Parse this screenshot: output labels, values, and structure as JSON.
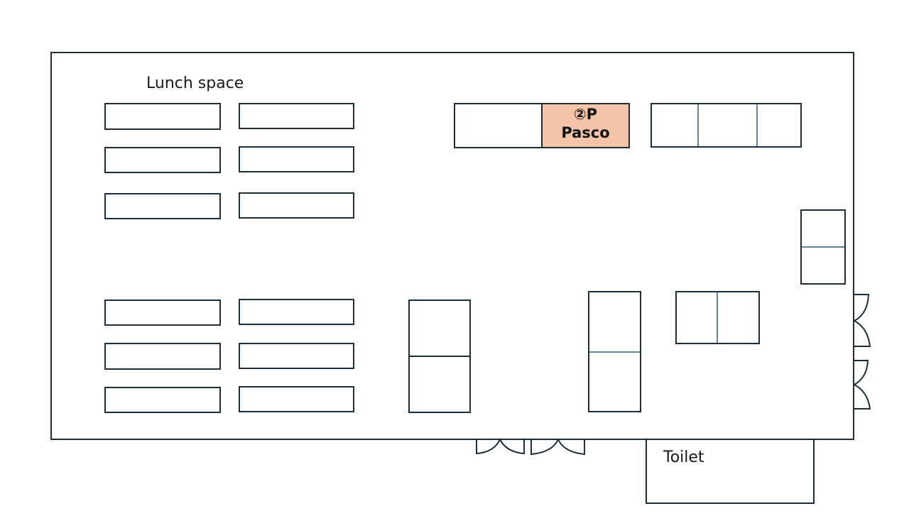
{
  "labels": {
    "lunch_space": "Lunch space",
    "toilet": "Toilet"
  },
  "booth": {
    "number": "②P",
    "name": "Pasco",
    "highlight_color": "#f4c4a8"
  },
  "colors": {
    "outline": "#1b2e3c",
    "divider": "#2e5a7a",
    "background": "#ffffff"
  }
}
